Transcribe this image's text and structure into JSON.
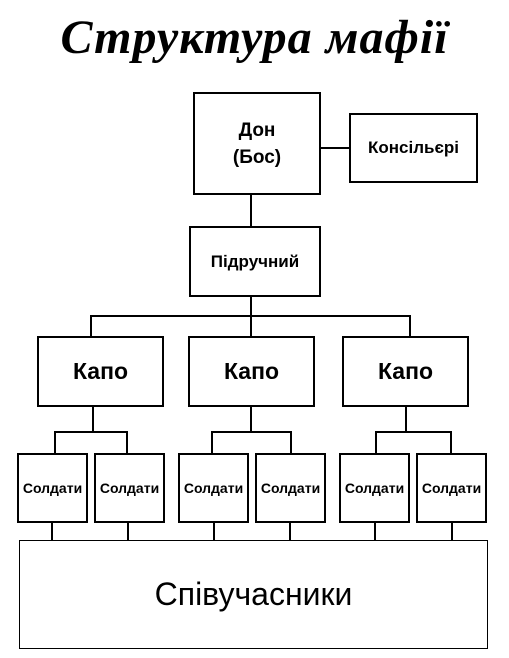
{
  "title": "Структура мафії",
  "don": {
    "line1": "Дон",
    "line2": "(Бос)"
  },
  "consigliere": "Консільєрі",
  "underboss": "Підручний",
  "capos": [
    "Капо",
    "Капо",
    "Капо"
  ],
  "soldiers": [
    "Солдати",
    "Солдати",
    "Солдати",
    "Солдати",
    "Солдати",
    "Солдати"
  ],
  "associates": "Співучасники"
}
